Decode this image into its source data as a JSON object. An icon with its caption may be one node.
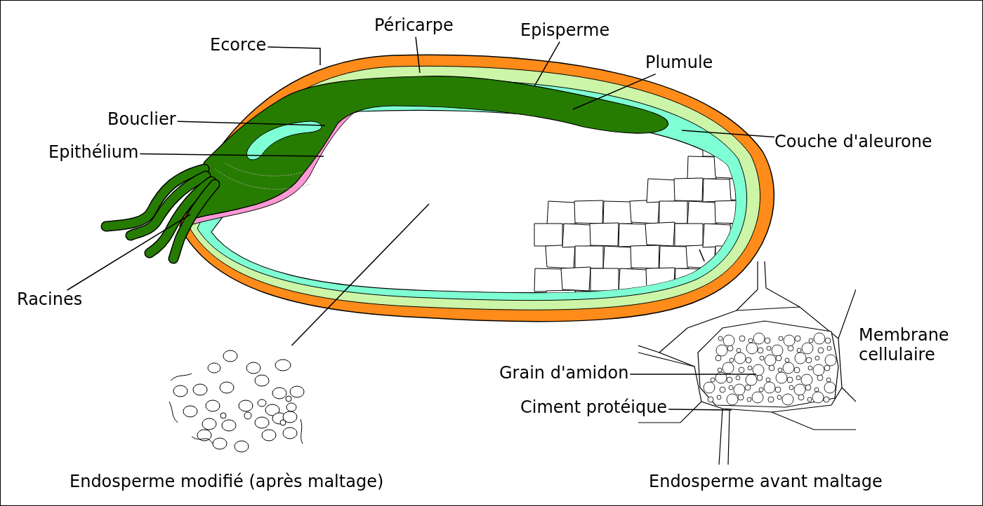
{
  "diagram": {
    "nodes": [
      {
        "text": [
          "Ecorce"
        ]
      },
      {
        "text": [
          "Péricarpe"
        ]
      },
      {
        "text": [
          "Episperme"
        ]
      },
      {
        "text": [
          "Plumule"
        ]
      },
      {
        "text": [
          "Bouclier"
        ]
      },
      {
        "text": [
          "Epithélium"
        ]
      },
      {
        "text": [
          "Couche d'aleurone"
        ]
      },
      {
        "text": [
          "Racines"
        ]
      },
      {
        "text": [
          "Grain d'amidon"
        ]
      },
      {
        "text": [
          "Ciment protéique"
        ]
      },
      {
        "text": [],
        "shape": "picture",
        "beside": [
          "Endosperme modifié (après maltage)"
        ]
      },
      {
        "text": [],
        "shape": "picture",
        "beside": [
          "Membrane cellulaire",
          "Endosperme avant maltage"
        ]
      }
    ],
    "edges": [
      {
        "from": 0,
        "to": null,
        "arrow": "none"
      },
      {
        "from": 1,
        "to": null,
        "arrow": "none"
      },
      {
        "from": 2,
        "to": null,
        "arrow": "none"
      },
      {
        "from": 3,
        "to": null,
        "arrow": "none"
      },
      {
        "from": 4,
        "to": null,
        "arrow": "none"
      },
      {
        "from": 5,
        "to": null,
        "arrow": "none"
      },
      {
        "from": 6,
        "to": null,
        "arrow": "none"
      },
      {
        "from": 7,
        "to": null,
        "arrow": "none"
      },
      {
        "from": 8,
        "to": 11,
        "arrow": "none"
      },
      {
        "from": 9,
        "to": 11,
        "arrow": "none"
      },
      {
        "from": 10,
        "to": null,
        "arrow": "none"
      },
      {
        "from": 11,
        "to": null,
        "arrow": "none"
      }
    ]
  }
}
